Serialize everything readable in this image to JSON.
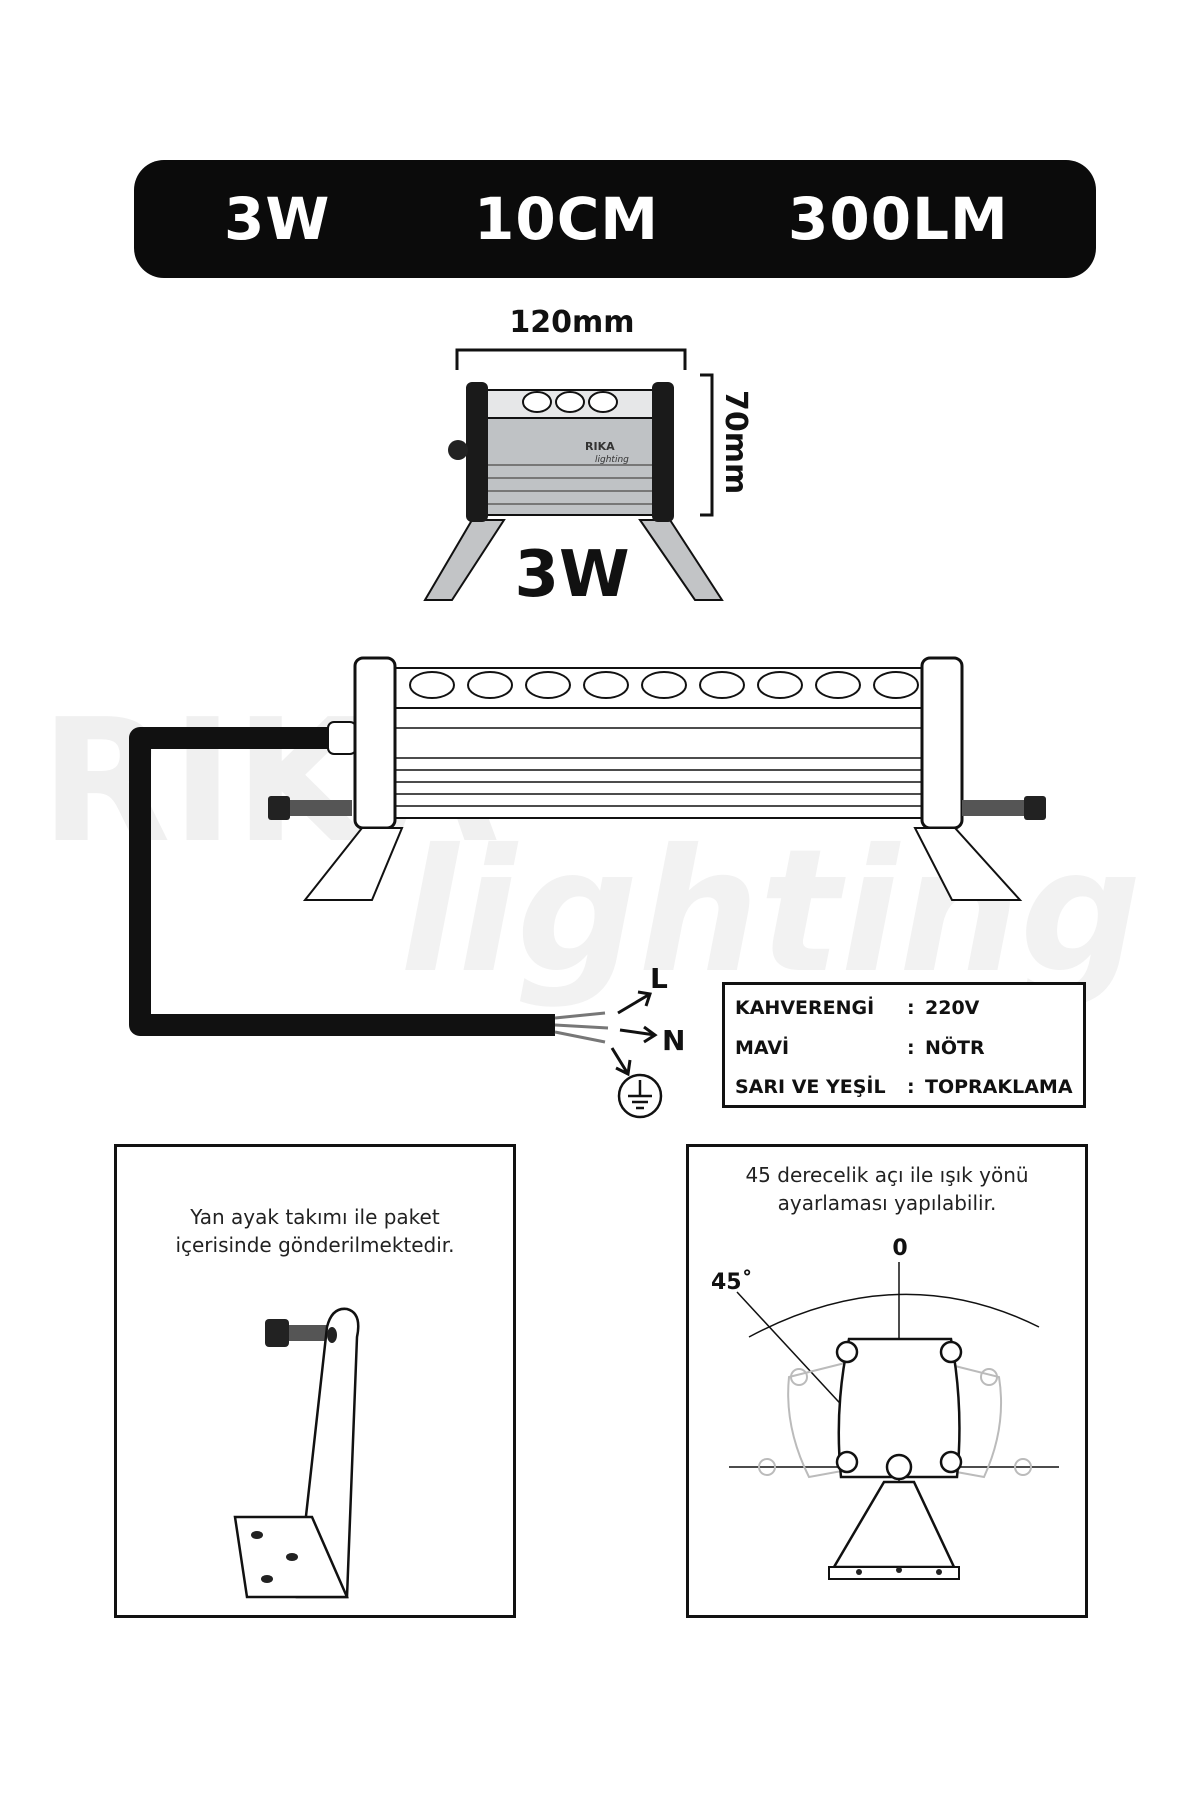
{
  "specs": {
    "power": "3W",
    "length": "10CM",
    "lumen": "300LM"
  },
  "dimensions": {
    "width": "120mm",
    "height": "70mm",
    "model_label": "3W"
  },
  "logo": {
    "brand": "RIKA",
    "sub": "lighting"
  },
  "watermark": {
    "brand": "RIKA",
    "sub": "lighting"
  },
  "wires": {
    "live": "L",
    "neutral": "N"
  },
  "legend": {
    "rows": [
      {
        "color": "KAHVERENGİ",
        "sep": ":",
        "meaning": "220V"
      },
      {
        "color": "MAVİ",
        "sep": ":",
        "meaning": "NÖTR"
      },
      {
        "color": "SARI VE YEŞİL",
        "sep": ":",
        "meaning": "TOPRAKLAMA"
      }
    ]
  },
  "bracket_panel": {
    "line1": "Yan ayak takımı ile paket",
    "line2": "içerisinde gönderilmektedir."
  },
  "angle_panel": {
    "line1": "45 derecelik açı ile ışık yönü",
    "line2": "ayarlaması yapılabilir.",
    "zero_label": "0",
    "angle_label": "45˚"
  },
  "colors": {
    "bar": "#0b0b0b",
    "line": "#111111",
    "body_gray": "#b9bcbf",
    "watermark": "#f0f0f0"
  }
}
